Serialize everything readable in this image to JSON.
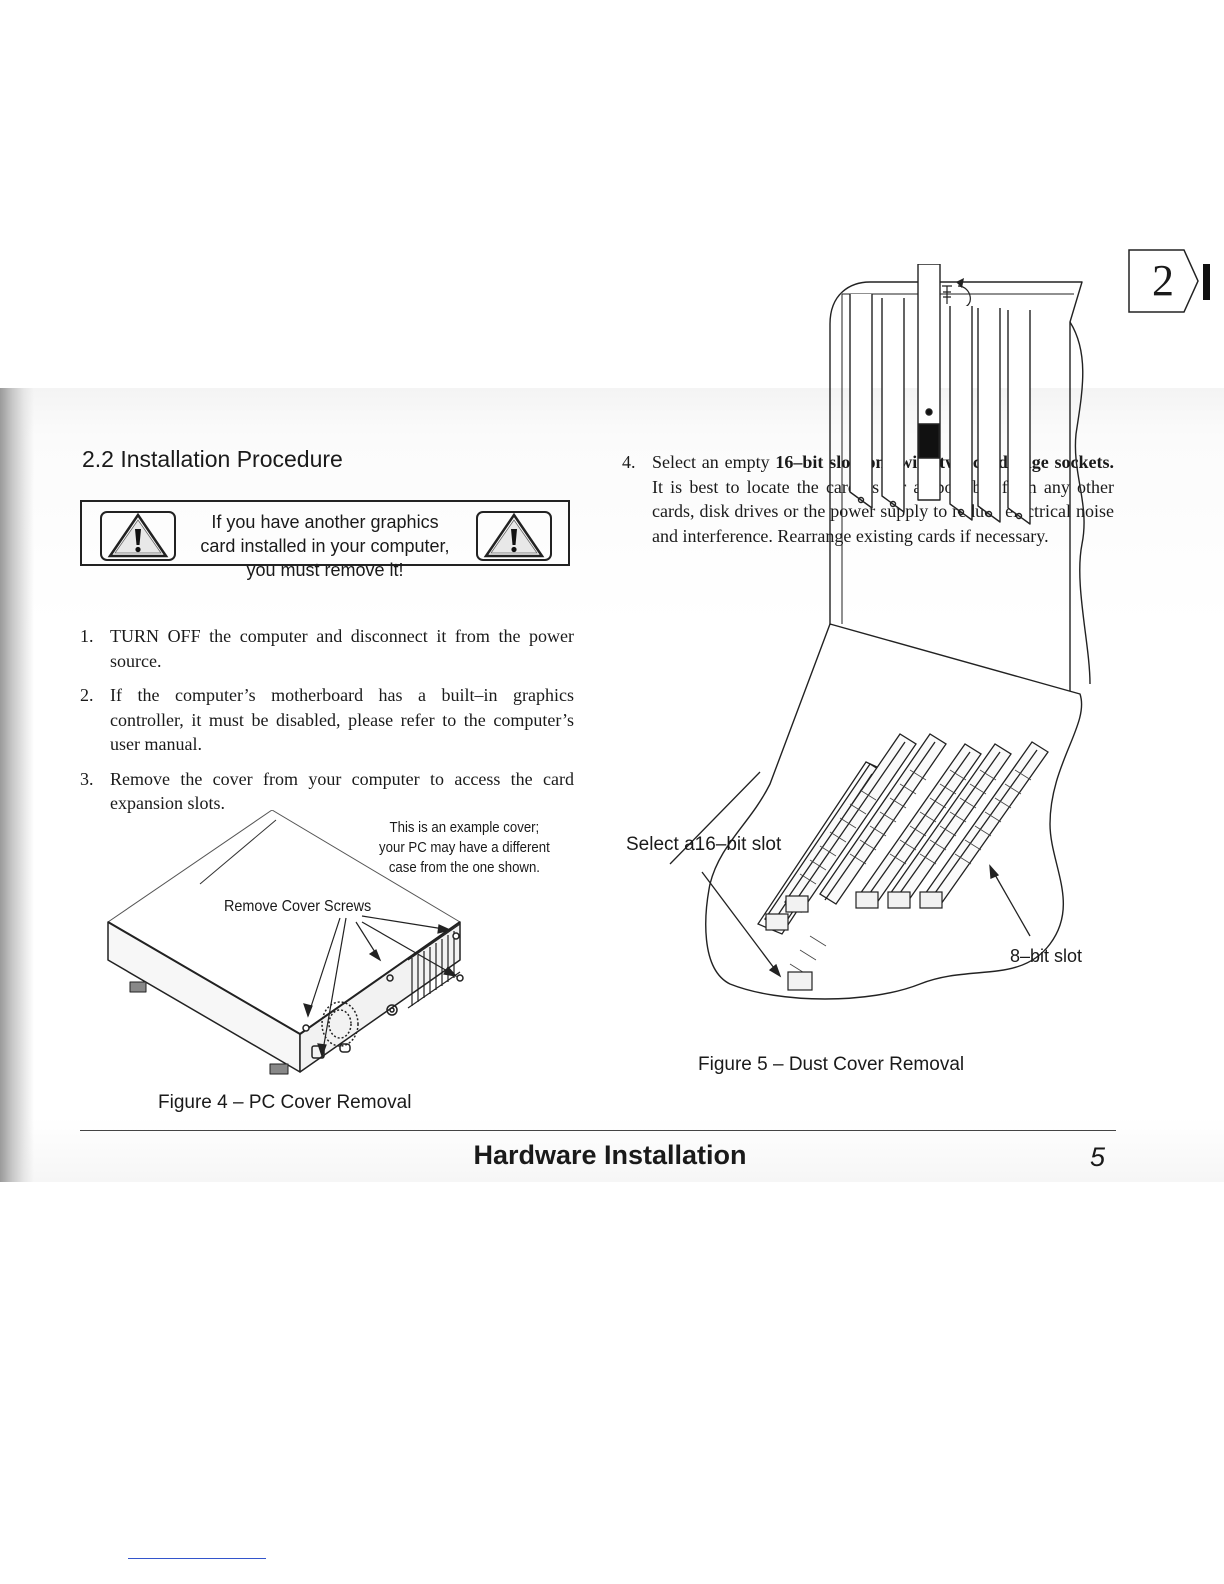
{
  "section": {
    "heading": "2.2 Installation Procedure"
  },
  "warning": {
    "lines": [
      "If you have another graphics",
      "card installed in your computer,",
      "you must remove it!"
    ],
    "icon": "warning-triangle-icon"
  },
  "steps_left": [
    {
      "num": "1.",
      "text": "TURN OFF the computer and disconnect it from the power source."
    },
    {
      "num": "2.",
      "text": "If the computer’s motherboard has a built–in graphics controller, it must be disabled, please refer to the computer’s user manual."
    },
    {
      "num": "3.",
      "text": "Remove the cover from your computer to access the card expansion slots."
    }
  ],
  "step4": {
    "num": "4.",
    "pre": "Select an empty ",
    "bold": "16–bit slot, one with two card edge sockets.",
    "post": " It is best to locate the card as far as possible from any other cards, disk drives or the power supply to reduce electrical noise and interference. Rearrange existing cards if necessary."
  },
  "chapter_tab": {
    "number": "2"
  },
  "figure4": {
    "note_lines": [
      "This is an example cover;",
      "your PC may have a different",
      "case from the one shown."
    ],
    "screws_label": "Remove Cover Screws",
    "caption": "Figure 4 – PC Cover Removal"
  },
  "figure5": {
    "slot16_label": "Select a16–bit slot",
    "slot8_label": "8–bit slot",
    "caption": "Figure 5 – Dust Cover Removal"
  },
  "footer": {
    "title": "Hardware Installation",
    "page_number": "5"
  }
}
